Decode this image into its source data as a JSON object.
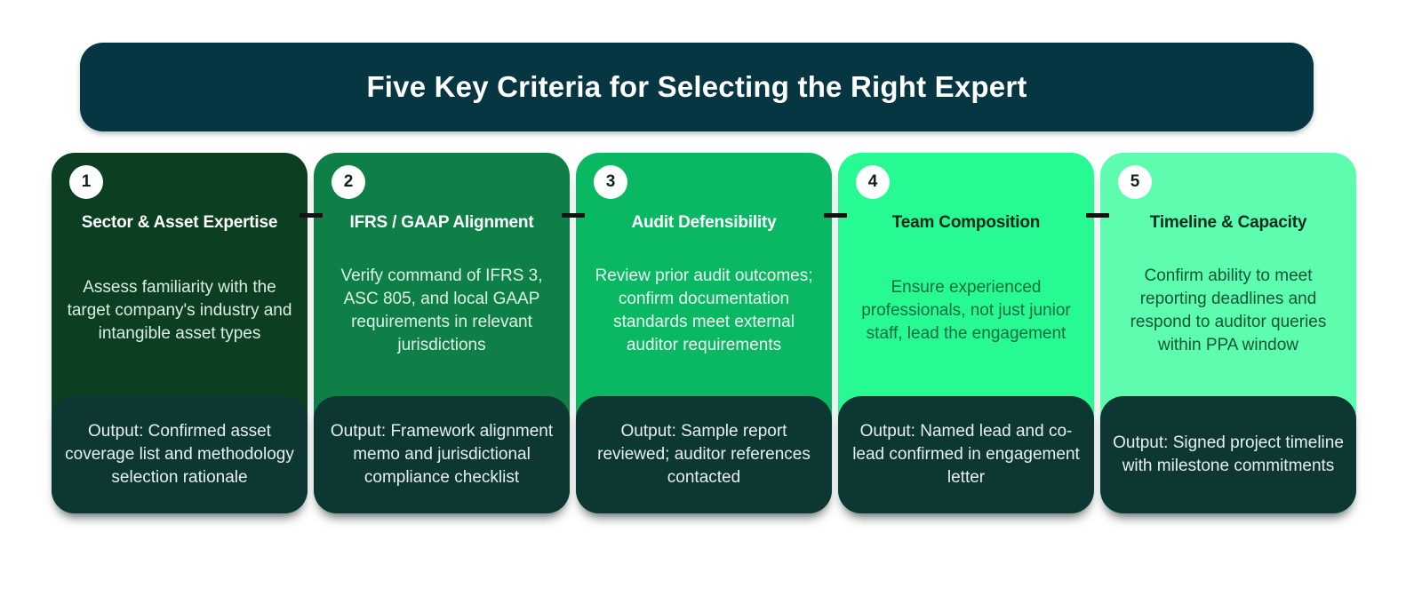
{
  "banner": {
    "title": "Five Key Criteria for Selecting the Right Expert"
  },
  "cards": [
    {
      "number": "1",
      "title": "Sector & Asset Expertise",
      "body": "Assess familiarity with the target company's industry and intangible asset types",
      "output": "Output: Confirmed asset coverage list and methodology selection rationale",
      "accent_bg": "#0c3e22",
      "title_color": "#ffffff",
      "body_color": "#d9efe3"
    },
    {
      "number": "2",
      "title": "IFRS / GAAP Alignment",
      "body": "Verify command of IFRS 3, ASC 805, and local GAAP requirements in relevant jurisdictions",
      "output": "Output: Framework alignment memo and jurisdictional compliance checklist",
      "accent_bg": "#0e7f46",
      "title_color": "#ffffff",
      "body_color": "#ddf3e7"
    },
    {
      "number": "3",
      "title": "Audit Defensibility",
      "body": "Review prior audit outcomes; confirm documentation standards meet external auditor requirements",
      "output": "Output: Sample report reviewed; auditor references contacted",
      "accent_bg": "#0ab863",
      "title_color": "#ffffff",
      "body_color": "#eafcf3"
    },
    {
      "number": "4",
      "title": "Team Composition",
      "body": "Ensure experienced professionals, not just junior staff, lead the engagement",
      "output": "Output: Named lead and co-lead confirmed in engagement letter",
      "accent_bg": "#27fa93",
      "title_color": "#05281b",
      "body_color": "#0e6b41"
    },
    {
      "number": "5",
      "title": "Timeline & Capacity",
      "body": "Confirm ability to meet reporting deadlines and respond to auditor queries within PPA window",
      "output": "Output: Signed project timeline with milestone commitments",
      "accent_bg": "#5efcae",
      "title_color": "#062d1e",
      "body_color": "#0d5638"
    }
  ],
  "colors": {
    "page_bg": "#ffffff",
    "banner_bg": "#053642",
    "banner_text": "#ffffff",
    "output_bg": "#0d3733",
    "output_text": "#e6f0ee",
    "badge_bg": "#ffffff",
    "badge_text": "#10231b",
    "connector": "#101412"
  }
}
